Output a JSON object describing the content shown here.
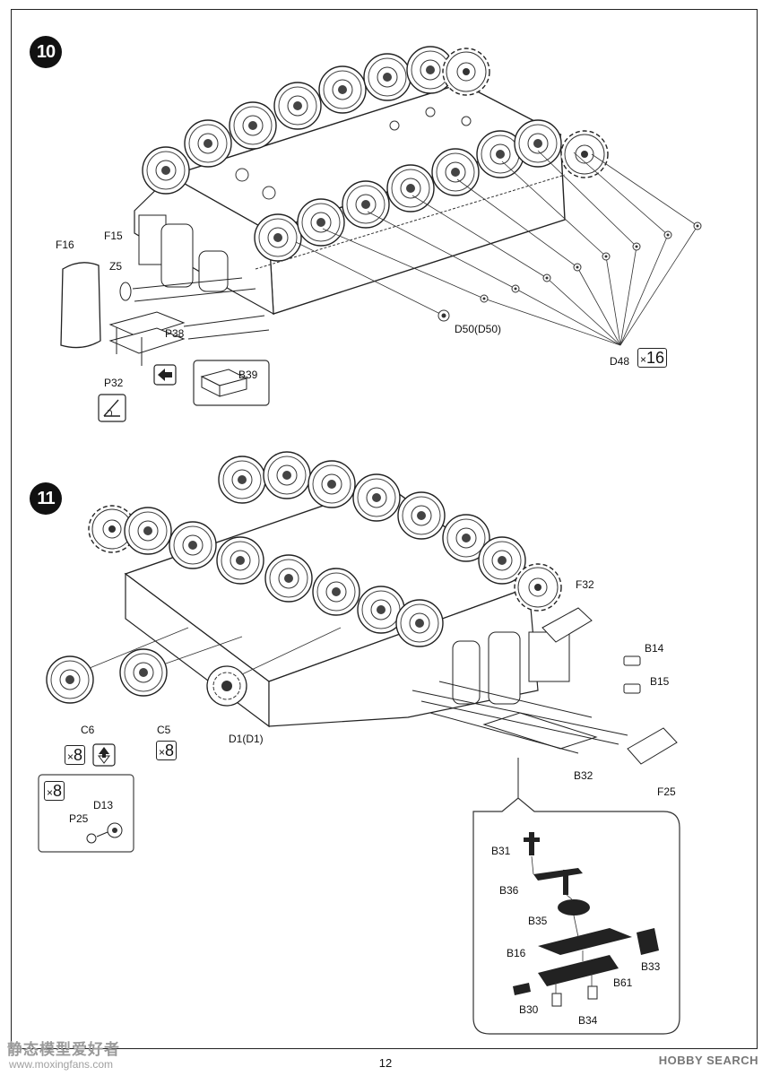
{
  "page_number": "12",
  "watermark": {
    "left_brand": "静态模型爱好者",
    "left_url": "www.moxingfans.com",
    "right_brand": "HOBBY SEARCH"
  },
  "step10": {
    "number": "10",
    "labels": {
      "f16": "F16",
      "f15": "F15",
      "z5": "Z5",
      "p38": "P38",
      "p32": "P32",
      "b39": "B39",
      "d50": "D50(D50)",
      "d48": "D48"
    },
    "multiplier": {
      "prefix": "×",
      "count": "16"
    }
  },
  "step11": {
    "number": "11",
    "labels": {
      "c6": "C6",
      "c5": "C5",
      "d1": "D1(D1)",
      "f32": "F32",
      "b14": "B14",
      "b15": "B15",
      "b32": "B32",
      "f25": "F25",
      "p25": "P25",
      "d13": "D13"
    },
    "multipliers": {
      "c6": {
        "prefix": "×",
        "count": "8"
      },
      "c5": {
        "prefix": "×",
        "count": "8"
      },
      "sub": {
        "prefix": "×",
        "count": "8"
      }
    },
    "detail_labels": {
      "b31": "B31",
      "b36": "B36",
      "b35": "B35",
      "b16": "B16",
      "b33": "B33",
      "b61": "B61",
      "b30": "B30",
      "b34": "B34"
    }
  }
}
